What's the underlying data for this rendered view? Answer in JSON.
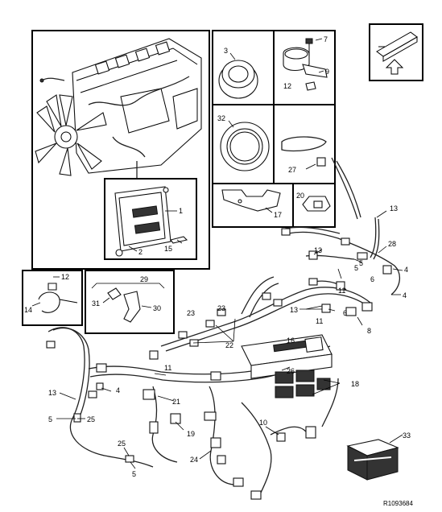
{
  "labels": {
    "l1": "1",
    "l2": "2",
    "l3": "3",
    "l4a": "4",
    "l4b": "4",
    "l4c": "4",
    "l5a": "5",
    "l5b": "5",
    "l5c": "5",
    "l5d": "5",
    "l6a": "6",
    "l6b": "6",
    "l7": "7",
    "l8": "8",
    "l9": "9",
    "l10": "10",
    "l11a": "11",
    "l11b": "11",
    "l11c": "11",
    "l12a": "12",
    "l12b": "12",
    "l13a": "13",
    "l13b": "13",
    "l13c": "13",
    "l13d": "13",
    "l14": "14",
    "l15": "15",
    "l16": "16",
    "l17": "17",
    "l18": "18",
    "l19": "19",
    "l20": "20",
    "l21": "21",
    "l22": "22",
    "l23a": "23",
    "l23b": "23",
    "l24": "24",
    "l25a": "25",
    "l25b": "25",
    "l26": "26",
    "l27": "27",
    "l28": "28",
    "l29": "29",
    "l30": "30",
    "l31": "31",
    "l32": "32",
    "l33": "33"
  },
  "reference_code": "R1093684"
}
